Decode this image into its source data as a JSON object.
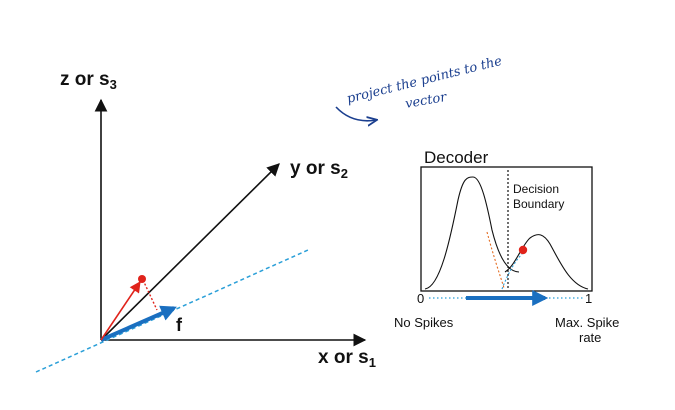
{
  "axes": {
    "z": {
      "base": "z or s",
      "sub": "3"
    },
    "y": {
      "base": "y or s",
      "sub": "2"
    },
    "x": {
      "base": "x or s",
      "sub": "1"
    }
  },
  "vector_label": "f",
  "annotation": {
    "line1": "project the points to the",
    "line2": "vector"
  },
  "decoder": {
    "title": "Decoder",
    "boundary_label_line1": "Decision",
    "boundary_label_line2": "Boundary",
    "tick_left": "0",
    "tick_right": "1",
    "left_caption": "No Spikes",
    "right_caption_line1": "Max. Spike",
    "right_caption_line2": "rate"
  },
  "colors": {
    "axis": "#111111",
    "projection_line": "#2a9fd8",
    "vector_f": "#1a6fc0",
    "point": "#e0231b",
    "decoder_arrow": "#1a6fc0",
    "handwriting": "#1b3f8f"
  }
}
